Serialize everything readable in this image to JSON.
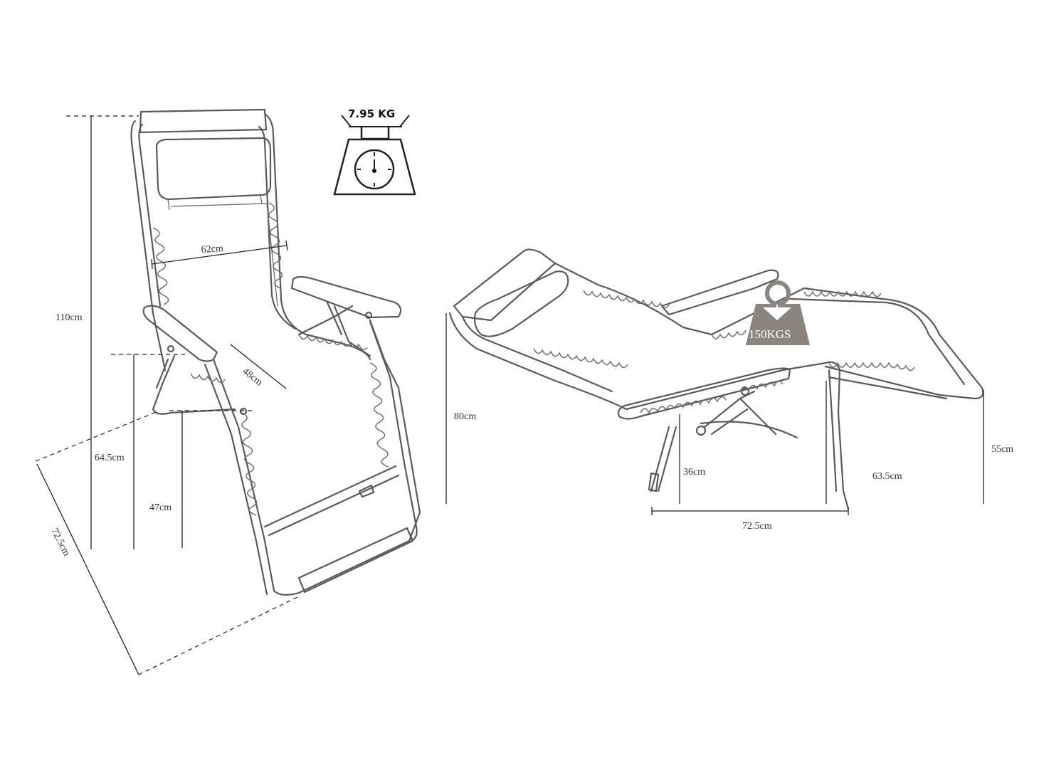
{
  "diagram": {
    "weight_label": "7.95 KG",
    "max_load_label": "150KGS",
    "upright": {
      "height": "110cm",
      "width": "62cm",
      "seat_width": "48cm",
      "armrest_height": "64.5cm",
      "seat_height": "47cm",
      "depth": "72.5cm"
    },
    "reclined": {
      "height": "80cm",
      "seat_height": "36cm",
      "leg_height": "63.5cm",
      "foot_height": "55cm",
      "base_length": "72.5cm"
    }
  },
  "colors": {
    "load_badge": "#8a857f",
    "frame": "#5a5a5a"
  }
}
